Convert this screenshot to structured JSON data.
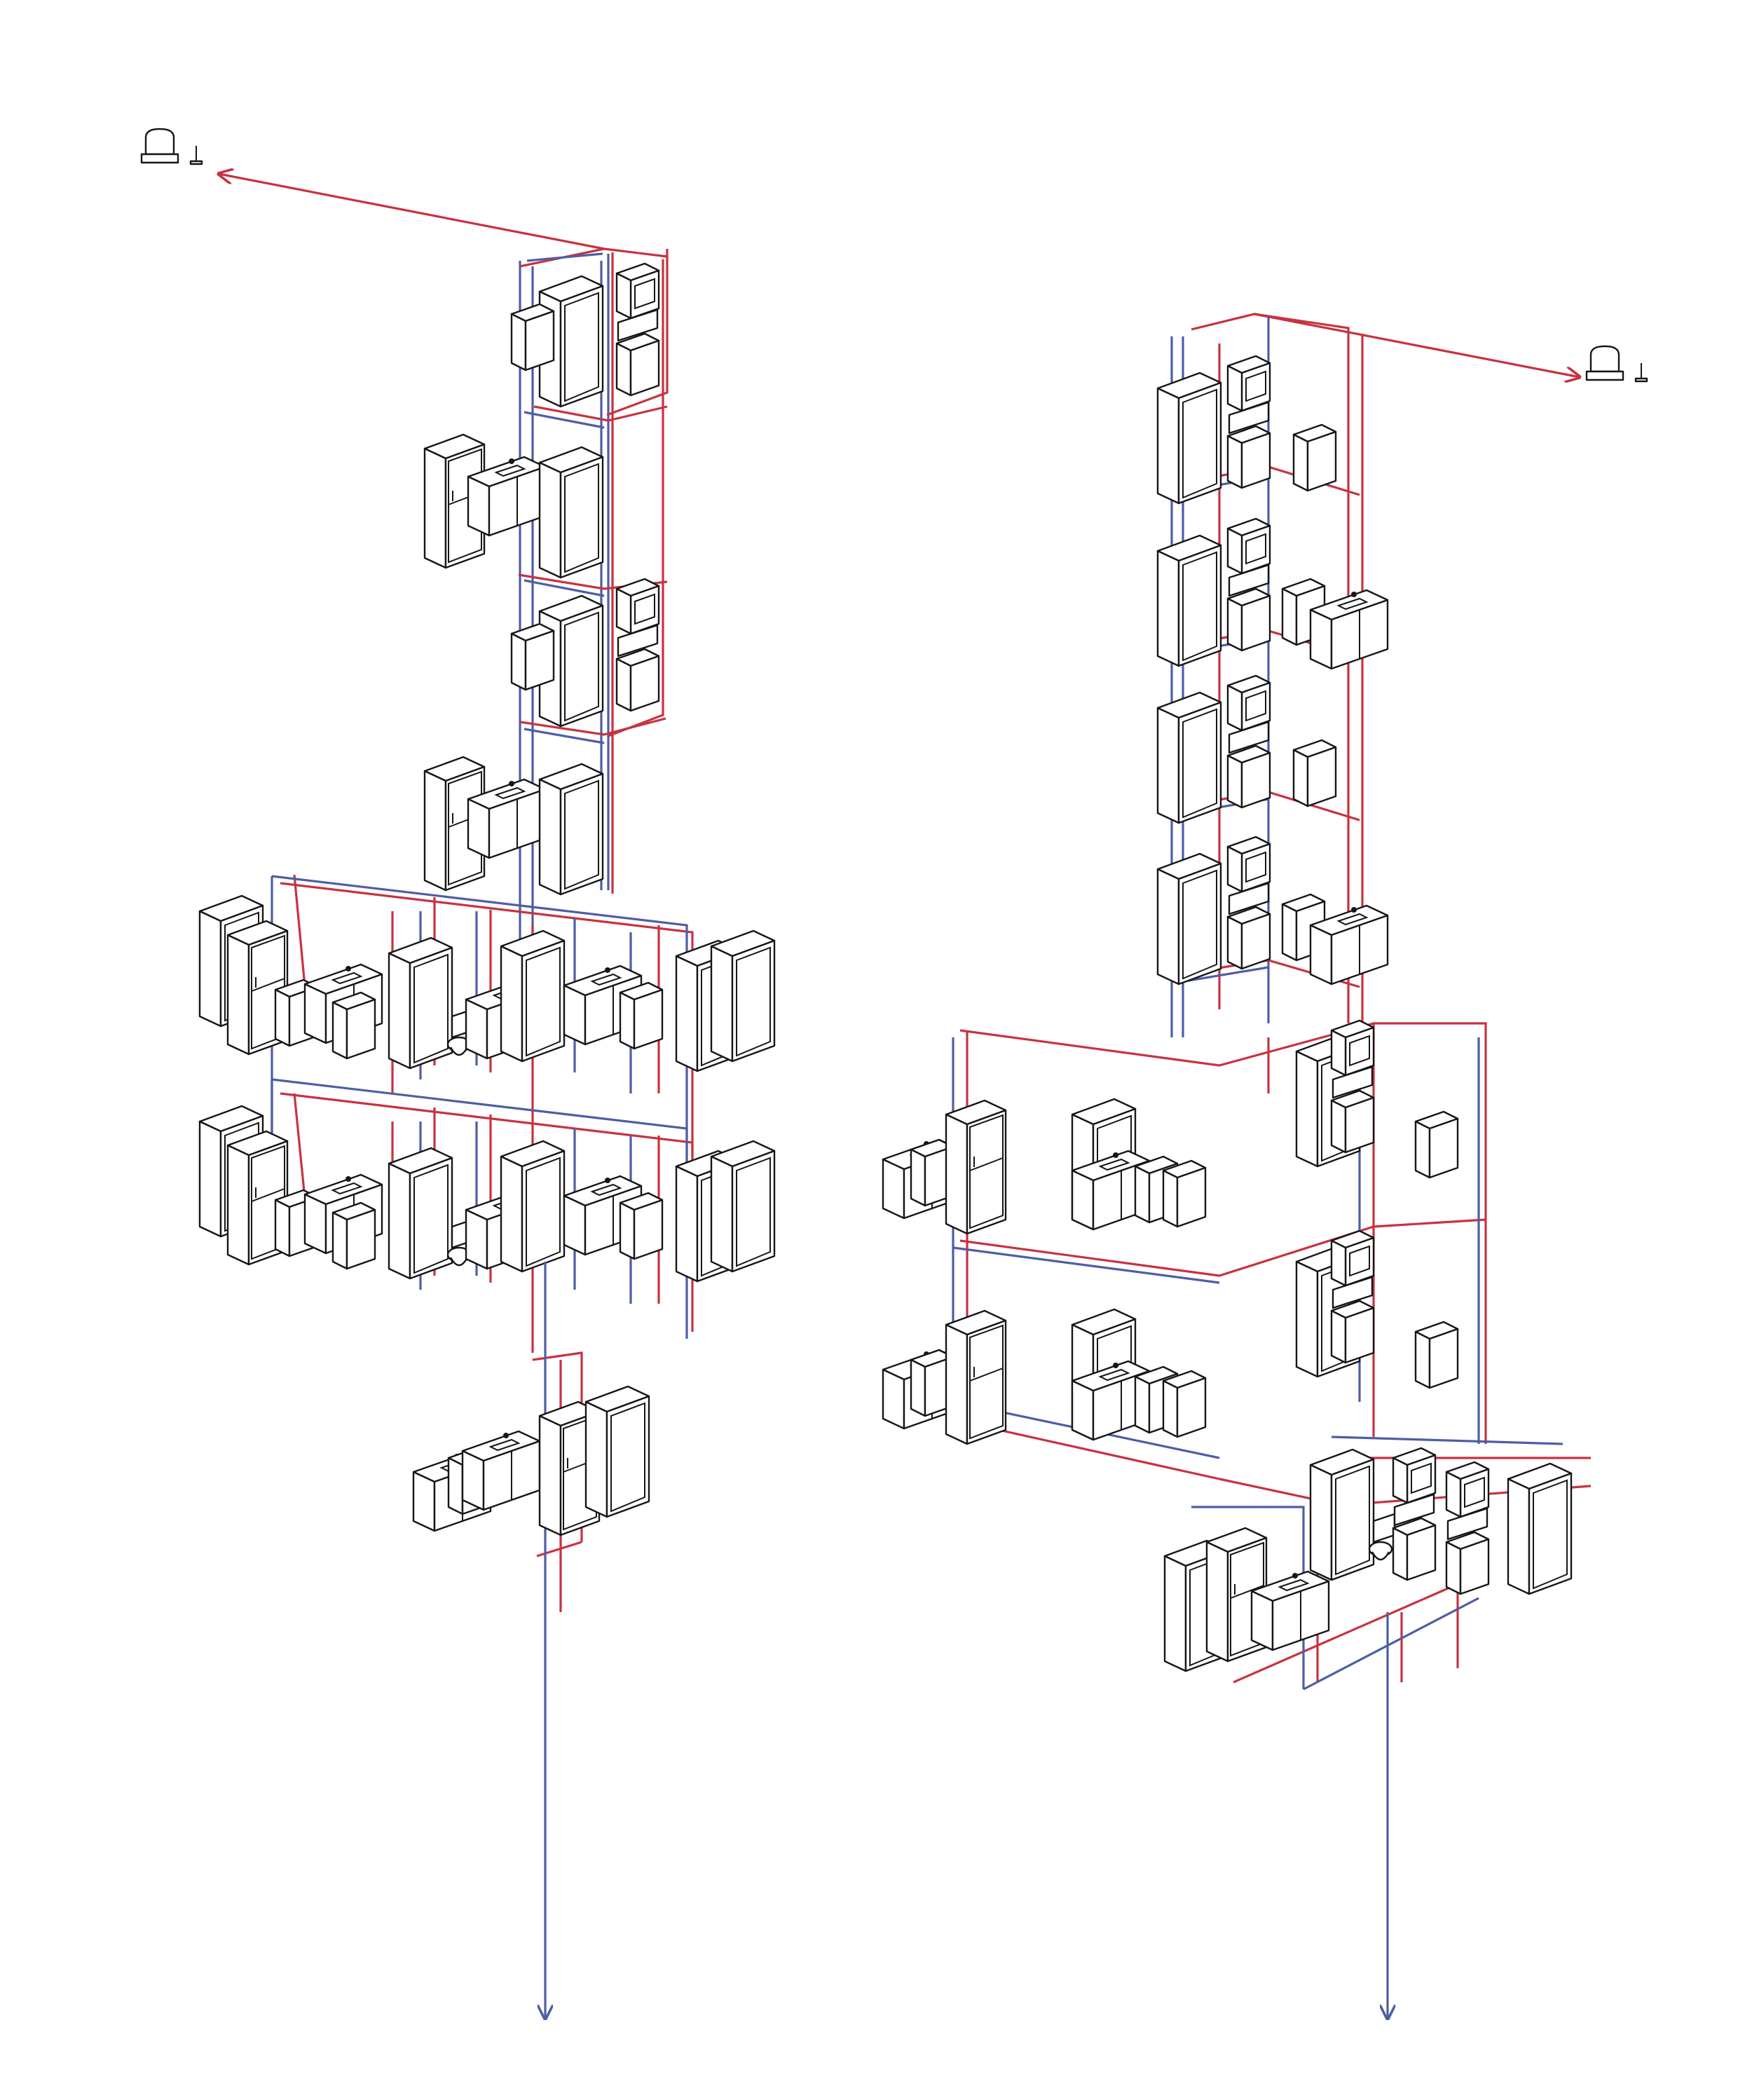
{
  "colors": {
    "hot_water": "#c8323f",
    "cold_water": "#4d5ea6",
    "fixture_outline": "#161616",
    "background": "#ffffff"
  },
  "risers": [
    {
      "id": "left-riser"
    },
    {
      "id": "right-riser"
    }
  ],
  "fixture_types": [
    "refrigerator",
    "tall-cabinet",
    "range-hood",
    "sink-cabinet",
    "washing-machine",
    "toilet",
    "dishwasher",
    "oven-stack",
    "water-heater-icon",
    "kitchen-corner-unit"
  ]
}
